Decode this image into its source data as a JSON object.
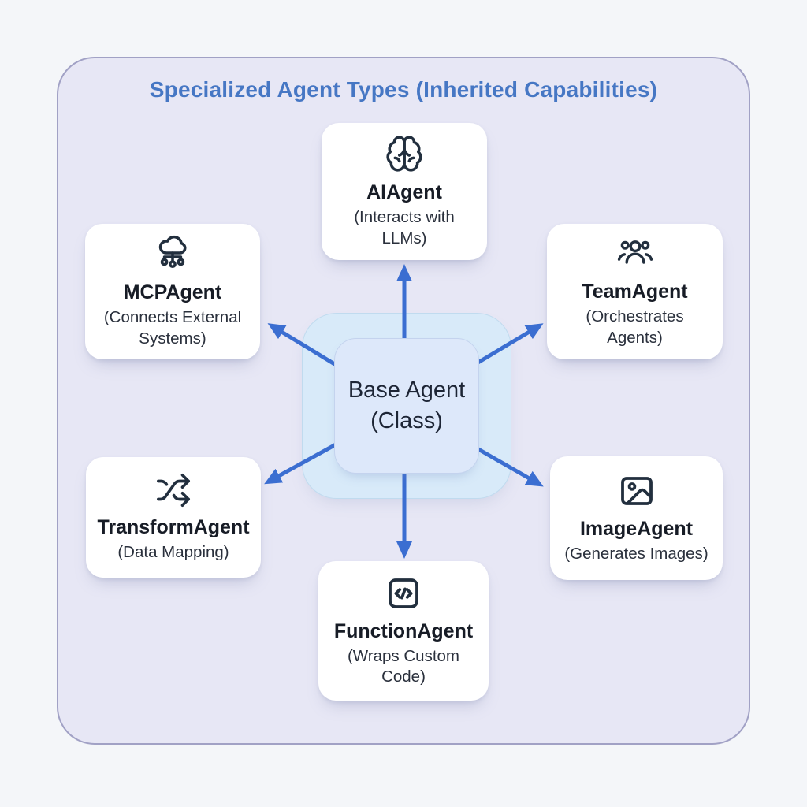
{
  "title": "Specialized Agent Types (Inherited Capabilities)",
  "center": {
    "label": "Base Agent\n(Class)"
  },
  "nodes": [
    {
      "id": "ai",
      "icon": "brain-icon",
      "name": "AIAgent",
      "description": "(Interacts with LLMs)"
    },
    {
      "id": "mcp",
      "icon": "cloud-network-icon",
      "name": "MCPAgent",
      "description": "(Connects External Systems)"
    },
    {
      "id": "team",
      "icon": "users-icon",
      "name": "TeamAgent",
      "description": "(Orchestrates Agents)"
    },
    {
      "id": "transform",
      "icon": "shuffle-icon",
      "name": "TransformAgent",
      "description": "(Data Mapping)"
    },
    {
      "id": "image",
      "icon": "image-icon",
      "name": "ImageAgent",
      "description": "(Generates Images)"
    },
    {
      "id": "function",
      "icon": "code-icon",
      "name": "FunctionAgent",
      "description": "(Wraps Custom Code)"
    }
  ],
  "edges": [
    {
      "from": "Base Agent (Class)",
      "to": "AIAgent"
    },
    {
      "from": "Base Agent (Class)",
      "to": "MCPAgent"
    },
    {
      "from": "Base Agent (Class)",
      "to": "TeamAgent"
    },
    {
      "from": "Base Agent (Class)",
      "to": "TransformAgent"
    },
    {
      "from": "Base Agent (Class)",
      "to": "ImageAgent"
    },
    {
      "from": "Base Agent (Class)",
      "to": "FunctionAgent"
    }
  ],
  "colors": {
    "page_background": "#f4f6f9",
    "container_background": "#e7e7f5",
    "container_border": "#a1a1c5",
    "title_text": "#4677c4",
    "arrow": "#3b6ed1",
    "center_outer_fill": "#d8eaf9",
    "center_inner_fill": "#dde8fa",
    "node_fill": "#ffffff",
    "node_title_text": "#171c26",
    "icon_stroke": "#222f3e"
  }
}
